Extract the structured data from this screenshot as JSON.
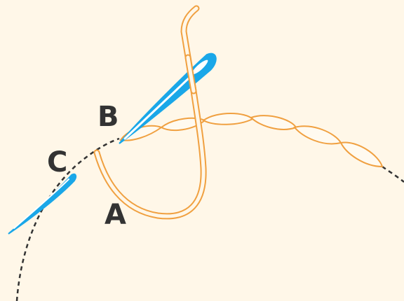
{
  "labels": {
    "a": "A",
    "b": "B",
    "c": "C"
  },
  "colors": {
    "background": "#fff7e8",
    "thread": "#f0a040",
    "needle": "#1aa7e8",
    "outline": "#333333"
  }
}
